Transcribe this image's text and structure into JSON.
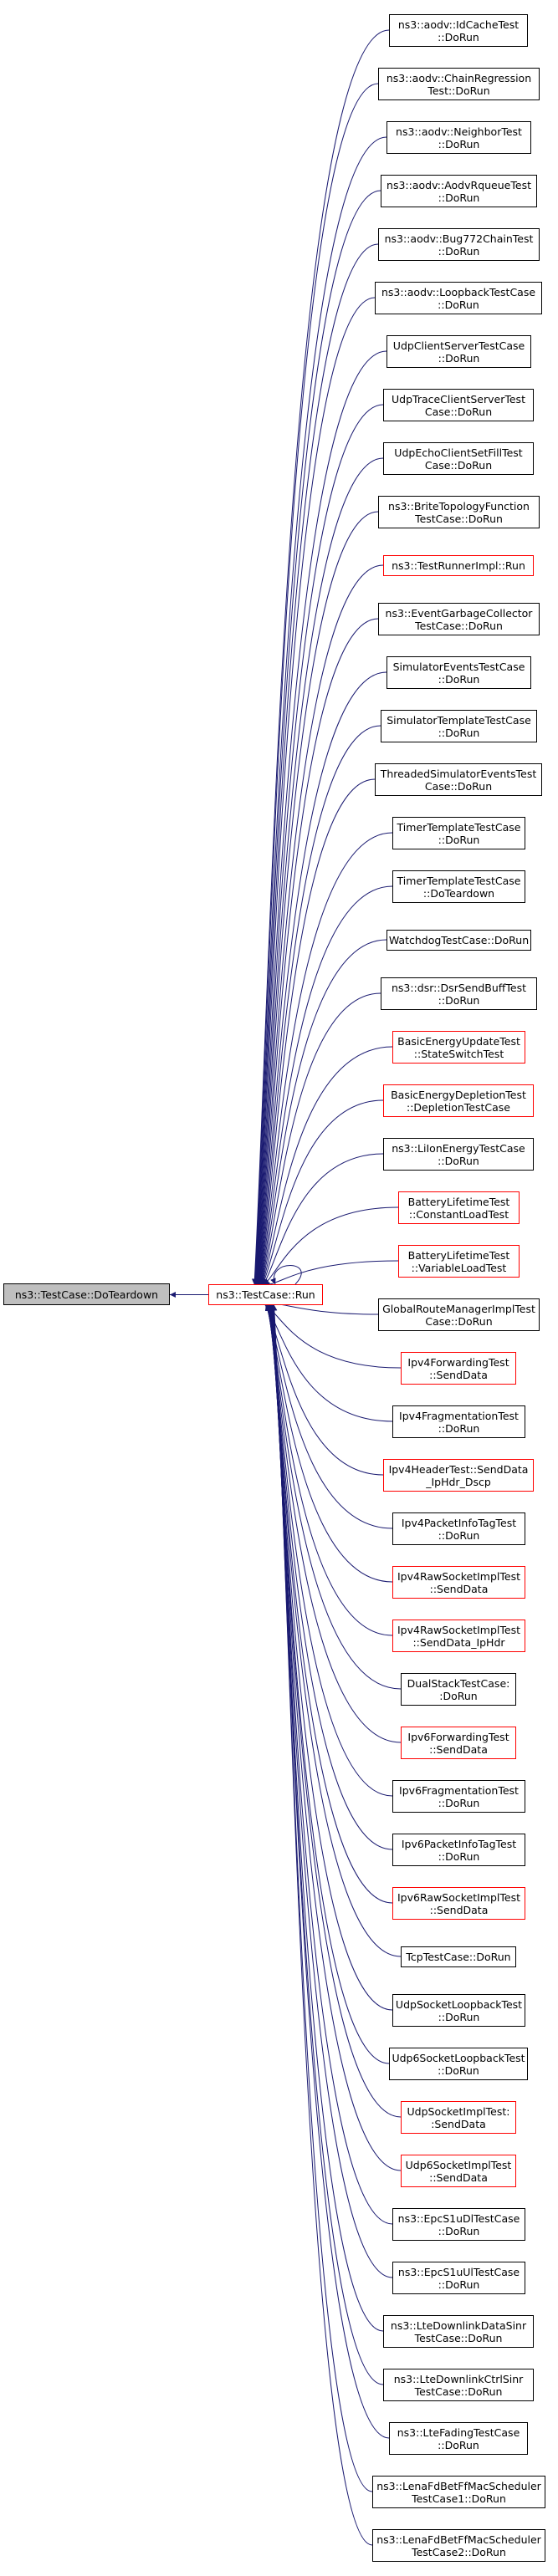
{
  "colors": {
    "edge": "#191970",
    "border": "#000000",
    "border_partial": "#ff0000",
    "root_fill": "#bfbfbf",
    "node_fill": "#ffffff"
  },
  "root": {
    "lines": [
      "ns3::TestCase::DoTeardown"
    ]
  },
  "hub": {
    "lines": [
      "ns3::TestCase::Run"
    ],
    "partial": true,
    "self_loop": true
  },
  "callers": [
    {
      "lines": [
        "ns3::aodv::IdCacheTest",
        "::DoRun"
      ],
      "partial": false
    },
    {
      "lines": [
        "ns3::aodv::ChainRegression",
        "Test::DoRun"
      ],
      "partial": false
    },
    {
      "lines": [
        "ns3::aodv::NeighborTest",
        "::DoRun"
      ],
      "partial": false
    },
    {
      "lines": [
        "ns3::aodv::AodvRqueueTest",
        "::DoRun"
      ],
      "partial": false
    },
    {
      "lines": [
        "ns3::aodv::Bug772ChainTest",
        "::DoRun"
      ],
      "partial": false
    },
    {
      "lines": [
        "ns3::aodv::LoopbackTestCase",
        "::DoRun"
      ],
      "partial": false
    },
    {
      "lines": [
        "UdpClientServerTestCase",
        "::DoRun"
      ],
      "partial": false
    },
    {
      "lines": [
        "UdpTraceClientServerTest",
        "Case::DoRun"
      ],
      "partial": false
    },
    {
      "lines": [
        "UdpEchoClientSetFillTest",
        "Case::DoRun"
      ],
      "partial": false
    },
    {
      "lines": [
        "ns3::BriteTopologyFunction",
        "TestCase::DoRun"
      ],
      "partial": false
    },
    {
      "lines": [
        "ns3::TestRunnerImpl::Run"
      ],
      "partial": true
    },
    {
      "lines": [
        "ns3::EventGarbageCollector",
        "TestCase::DoRun"
      ],
      "partial": false
    },
    {
      "lines": [
        "SimulatorEventsTestCase",
        "::DoRun"
      ],
      "partial": false
    },
    {
      "lines": [
        "SimulatorTemplateTestCase",
        "::DoRun"
      ],
      "partial": false
    },
    {
      "lines": [
        "ThreadedSimulatorEventsTest",
        "Case::DoRun"
      ],
      "partial": false
    },
    {
      "lines": [
        "TimerTemplateTestCase",
        "::DoRun"
      ],
      "partial": false
    },
    {
      "lines": [
        "TimerTemplateTestCase",
        "::DoTeardown"
      ],
      "partial": false
    },
    {
      "lines": [
        "WatchdogTestCase::DoRun"
      ],
      "partial": false
    },
    {
      "lines": [
        "ns3::dsr::DsrSendBuffTest",
        "::DoRun"
      ],
      "partial": false
    },
    {
      "lines": [
        "BasicEnergyUpdateTest",
        "::StateSwitchTest"
      ],
      "partial": true
    },
    {
      "lines": [
        "BasicEnergyDepletionTest",
        "::DepletionTestCase"
      ],
      "partial": true
    },
    {
      "lines": [
        "ns3::LiIonEnergyTestCase",
        "::DoRun"
      ],
      "partial": false
    },
    {
      "lines": [
        "BatteryLifetimeTest",
        "::ConstantLoadTest"
      ],
      "partial": true
    },
    {
      "lines": [
        "BatteryLifetimeTest",
        "::VariableLoadTest"
      ],
      "partial": true
    },
    {
      "lines": [
        "GlobalRouteManagerImplTest",
        "Case::DoRun"
      ],
      "partial": false
    },
    {
      "lines": [
        "Ipv4ForwardingTest",
        "::SendData"
      ],
      "partial": true
    },
    {
      "lines": [
        "Ipv4FragmentationTest",
        "::DoRun"
      ],
      "partial": false
    },
    {
      "lines": [
        "Ipv4HeaderTest::SendData",
        "_IpHdr_Dscp"
      ],
      "partial": true
    },
    {
      "lines": [
        "Ipv4PacketInfoTagTest",
        "::DoRun"
      ],
      "partial": false
    },
    {
      "lines": [
        "Ipv4RawSocketImplTest",
        "::SendData"
      ],
      "partial": true
    },
    {
      "lines": [
        "Ipv4RawSocketImplTest",
        "::SendData_IpHdr"
      ],
      "partial": true
    },
    {
      "lines": [
        "DualStackTestCase:",
        ":DoRun"
      ],
      "partial": false
    },
    {
      "lines": [
        "Ipv6ForwardingTest",
        "::SendData"
      ],
      "partial": true
    },
    {
      "lines": [
        "Ipv6FragmentationTest",
        "::DoRun"
      ],
      "partial": false
    },
    {
      "lines": [
        "Ipv6PacketInfoTagTest",
        "::DoRun"
      ],
      "partial": false
    },
    {
      "lines": [
        "Ipv6RawSocketImplTest",
        "::SendData"
      ],
      "partial": true
    },
    {
      "lines": [
        "TcpTestCase::DoRun"
      ],
      "partial": false
    },
    {
      "lines": [
        "UdpSocketLoopbackTest",
        "::DoRun"
      ],
      "partial": false
    },
    {
      "lines": [
        "Udp6SocketLoopbackTest",
        "::DoRun"
      ],
      "partial": false
    },
    {
      "lines": [
        "UdpSocketImplTest:",
        ":SendData"
      ],
      "partial": true
    },
    {
      "lines": [
        "Udp6SocketImplTest",
        "::SendData"
      ],
      "partial": true
    },
    {
      "lines": [
        "ns3::EpcS1uDlTestCase",
        "::DoRun"
      ],
      "partial": false
    },
    {
      "lines": [
        "ns3::EpcS1uUlTestCase",
        "::DoRun"
      ],
      "partial": false
    },
    {
      "lines": [
        "ns3::LteDownlinkDataSinr",
        "TestCase::DoRun"
      ],
      "partial": false
    },
    {
      "lines": [
        "ns3::LteDownlinkCtrlSinr",
        "TestCase::DoRun"
      ],
      "partial": false
    },
    {
      "lines": [
        "ns3::LteFadingTestCase",
        "::DoRun"
      ],
      "partial": false
    },
    {
      "lines": [
        "ns3::LenaFdBetFfMacScheduler",
        "TestCase1::DoRun"
      ],
      "partial": false
    },
    {
      "lines": [
        "ns3::LenaFdBetFfMacScheduler",
        "TestCase2::DoRun"
      ],
      "partial": false
    }
  ]
}
